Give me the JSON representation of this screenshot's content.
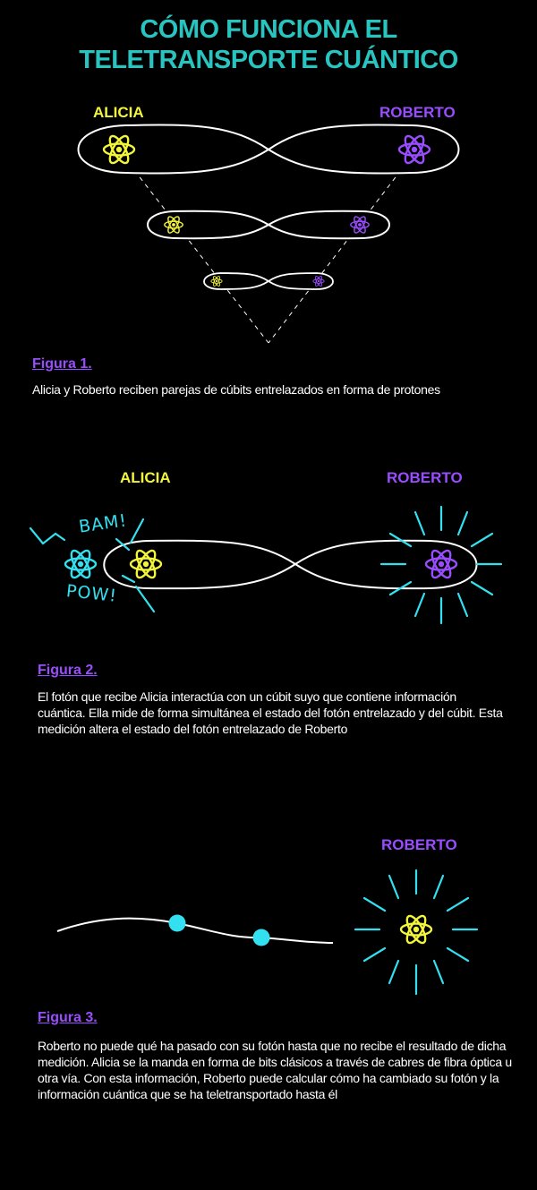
{
  "title": {
    "line1": "CÓMO FUNCIONA EL",
    "line2": "TELETRANSPORTE CUÁNTICO"
  },
  "figure1": {
    "left_name": "ALICIA",
    "right_name": "ROBERTO",
    "label": "Figura 1.",
    "caption": "Alicia y Roberto reciben parejas de cúbits entrelazados en forma de protones"
  },
  "figure2": {
    "left_name": "ALICIA",
    "right_name": "ROBERTO",
    "sfx_top": "BAM!",
    "sfx_bottom": "POW!",
    "label": "Figura 2.",
    "caption": "El fotón que recibe Alicia interactúa con un cúbit suyo que contiene información cuántica. Ella mide de forma simultánea el estado del fotón entrelazado y del cúbit. Esta medición altera el estado del fotón entrelazado de Roberto"
  },
  "figure3": {
    "right_name": "ROBERTO",
    "label": "Figura 3.",
    "caption": "Roberto no puede qué ha pasado con su fotón hasta que no recibe el resultado de dicha medición. Alicia se la manda en forma de bits clásicos a través de cabres de fibra óptica u otra vía. Con esta información, Roberto puede calcular cómo ha cambiado su fotón y la información cuántica que se ha teletransportado hasta él"
  },
  "colors": {
    "background": "#000000",
    "title": "#29c4c0",
    "alicia": "#f2f53a",
    "roberto": "#9a4dff",
    "cyan": "#33e0ef",
    "line": "#ffffff"
  },
  "icons": [
    "atom-icon",
    "infinity-loop",
    "burst-lines",
    "photon-dot"
  ]
}
